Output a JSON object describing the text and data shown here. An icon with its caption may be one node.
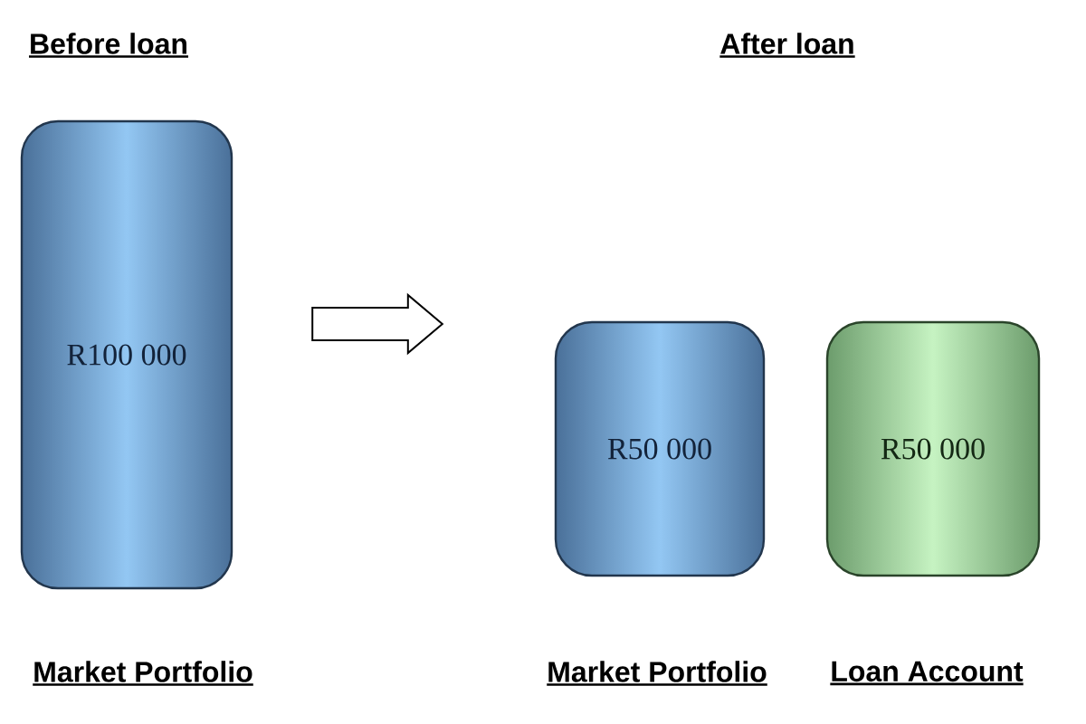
{
  "diagram": {
    "nodes": [
      {
        "text": [
          "R100 000"
        ],
        "beside": [
          "Market Portfolio"
        ]
      },
      {
        "text": [
          "R50 000"
        ],
        "beside": [
          "Market Portfolio"
        ]
      },
      {
        "text": [
          "R50 000"
        ],
        "beside": [
          "Loan Account"
        ]
      }
    ],
    "edges": [
      {
        "from": 0,
        "to": 1,
        "arrow": "to"
      }
    ],
    "labels": [
      "Before loan",
      "After loan"
    ]
  }
}
